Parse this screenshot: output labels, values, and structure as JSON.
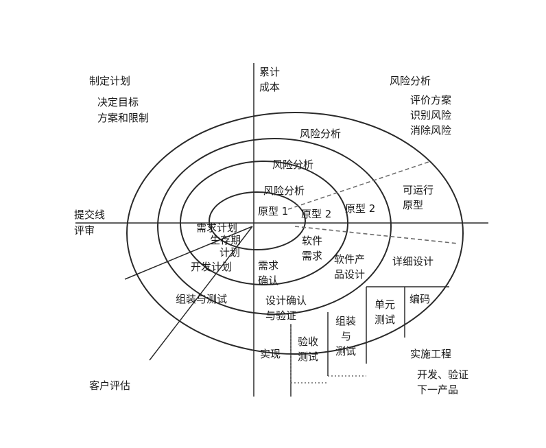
{
  "axis": {
    "top": [
      "累计",
      "成本"
    ],
    "left": [
      "提交线",
      "评审"
    ]
  },
  "quadrants": {
    "top_left": {
      "title": "制定计划",
      "items": [
        "决定目标",
        "方案和限制"
      ]
    },
    "top_right": {
      "title": "风险分析",
      "items": [
        "评价方案",
        "识别风险",
        "消除风险"
      ]
    },
    "bottom_right": {
      "title": "实施工程",
      "items": [
        "开发、验证",
        "下一产品"
      ]
    },
    "bottom_left": {
      "title": "客户评估"
    }
  },
  "risk_labels": [
    "风险分析",
    "风险分析",
    "风险分析"
  ],
  "prototypes": [
    "原型 1",
    "原型 2",
    "原型 2"
  ],
  "operational_prototype": [
    "可运行",
    "原型"
  ],
  "plans": {
    "req_plan": [
      "需求计划",
      "生存期",
      "计划"
    ],
    "dev_plan": "开发计划",
    "integration": "组装与测试"
  },
  "requirements": {
    "software_req": [
      "软件",
      "需求"
    ],
    "req_confirm": [
      "需求",
      "确认"
    ],
    "product_design": [
      "软件产",
      "品设计"
    ],
    "design_verify": [
      "设计确认",
      "与验证"
    ],
    "detailed_design": "详细设计"
  },
  "implementation": {
    "coding": "编码",
    "unit_test": [
      "单元",
      "测试"
    ],
    "integ_test": [
      "组装",
      "与",
      "测试"
    ],
    "acceptance_test": [
      "验收",
      "测试"
    ],
    "implement": "实现"
  }
}
